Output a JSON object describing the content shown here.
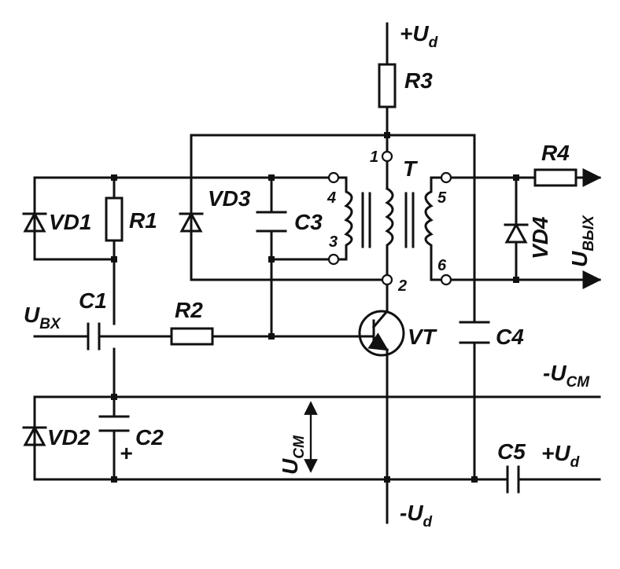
{
  "labels": {
    "r1": "R1",
    "r2": "R2",
    "r3": "R3",
    "r4": "R4",
    "c1": "C1",
    "c2": "C2",
    "c3": "C3",
    "c4": "C4",
    "c5": "C5",
    "vd1": "VD1",
    "vd2": "VD2",
    "vd3": "VD3",
    "vd4": "VD4",
    "vt": "VT",
    "t": "T",
    "plus_sign": "+"
  },
  "supply": {
    "top_main": "+U",
    "top_sub": "d",
    "bottom_main": "-U",
    "bottom_sub": "d",
    "right_main": "+U",
    "right_sub": "d",
    "bias_rail_main": "-U",
    "bias_rail_sub": "CM",
    "bias_arrow_main": "U",
    "bias_arrow_sub": "CM"
  },
  "signals": {
    "input_main": "U",
    "input_sub": "BX",
    "output_main": "U",
    "output_sub": "ВЫХ"
  },
  "transformer_pins": [
    "1",
    "2",
    "3",
    "4",
    "5",
    "6"
  ]
}
